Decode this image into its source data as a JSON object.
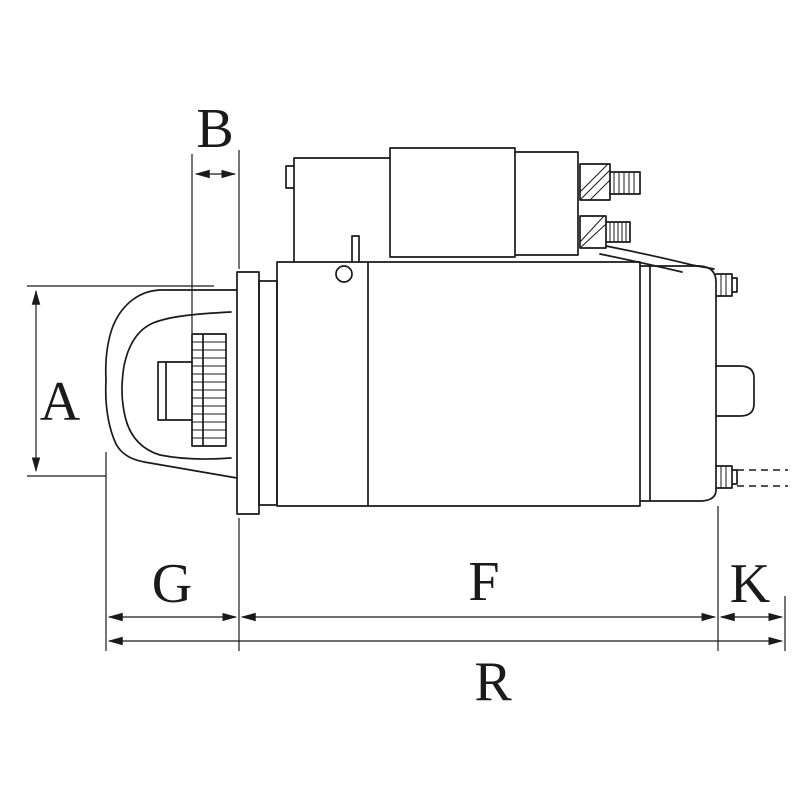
{
  "colors": {
    "background": "#ffffff",
    "line": "#1a1a1a"
  },
  "diagram": {
    "labels": {
      "a": "A",
      "b": "B",
      "g": "G",
      "f": "F",
      "k": "K",
      "r": "R"
    }
  }
}
